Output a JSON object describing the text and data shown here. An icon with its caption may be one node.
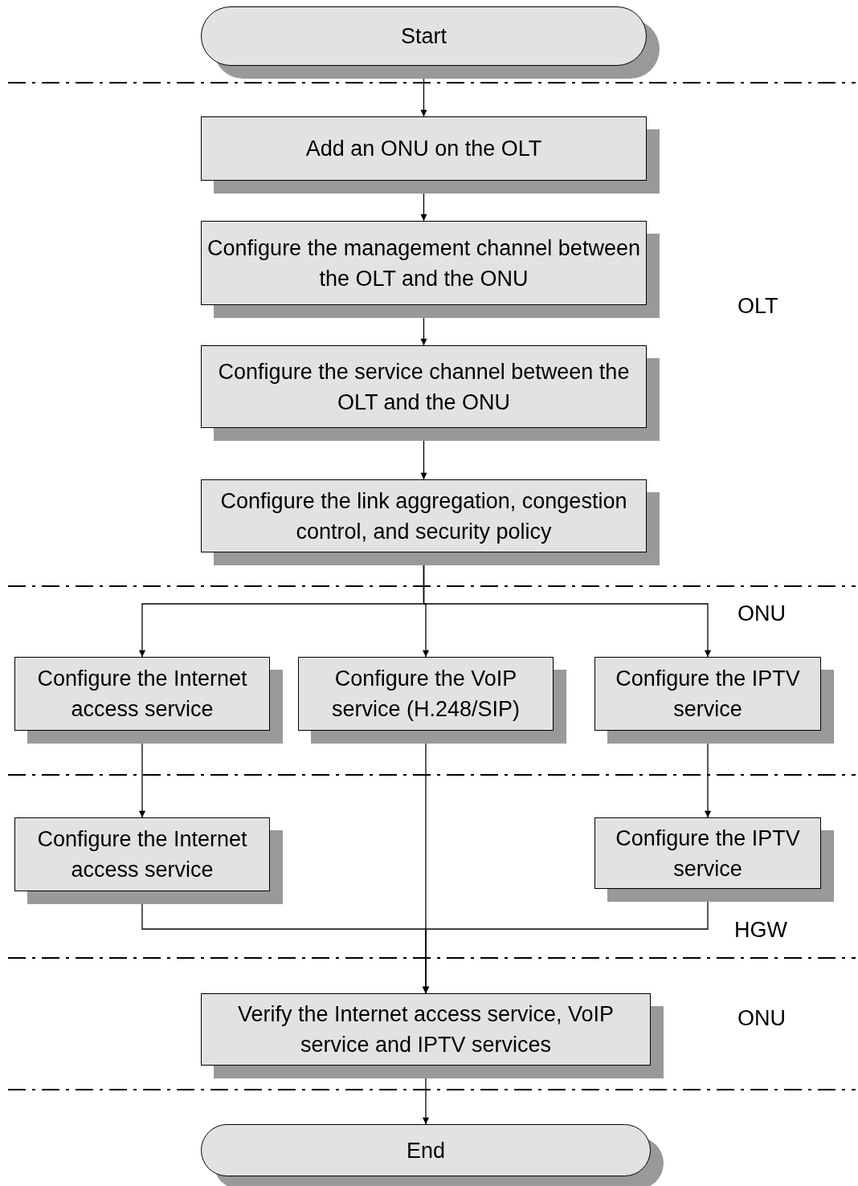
{
  "diagram": {
    "nodes": [
      {
        "text": [
          "Start"
        ]
      },
      {
        "text": [
          "Add an ONU on the OLT"
        ]
      },
      {
        "text": [
          "Configure the management channel between the OLT and the ONU"
        ]
      },
      {
        "text": [
          "Configure the service channel between the OLT and the ONU"
        ]
      },
      {
        "text": [
          "Configure the link aggregation, congestion control, and security policy"
        ]
      },
      {
        "text": [
          "Configure the Internet access service"
        ]
      },
      {
        "text": [
          "Configure the VoIP service (H.248/SIP)"
        ]
      },
      {
        "text": [
          "Configure the IPTV service"
        ]
      },
      {
        "text": [
          "Configure the Internet access service"
        ]
      },
      {
        "text": [
          "Configure the IPTV service"
        ]
      },
      {
        "text": [
          "Verify the Internet access service, VoIP service and IPTV services"
        ]
      },
      {
        "text": [
          "End"
        ]
      }
    ],
    "edges": [
      {
        "from": 0,
        "to": 1,
        "arrow": "to"
      },
      {
        "from": 1,
        "to": 2,
        "arrow": "to"
      },
      {
        "from": 2,
        "to": 3,
        "arrow": "to"
      },
      {
        "from": 3,
        "to": 4,
        "arrow": "to"
      },
      {
        "from": 4,
        "to": 5,
        "arrow": "to"
      },
      {
        "from": 4,
        "to": 6,
        "arrow": "to"
      },
      {
        "from": 4,
        "to": 7,
        "arrow": "to"
      },
      {
        "from": 5,
        "to": 8,
        "arrow": "to"
      },
      {
        "from": 7,
        "to": 9,
        "arrow": "to"
      },
      {
        "from": 8,
        "to": 10,
        "arrow": "to"
      },
      {
        "from": 6,
        "to": 10,
        "arrow": "to"
      },
      {
        "from": 9,
        "to": 10,
        "arrow": "to"
      },
      {
        "from": 10,
        "to": 11,
        "arrow": "to"
      }
    ],
    "labels": [
      "OLT",
      "ONU",
      "HGW",
      "ONU"
    ]
  }
}
